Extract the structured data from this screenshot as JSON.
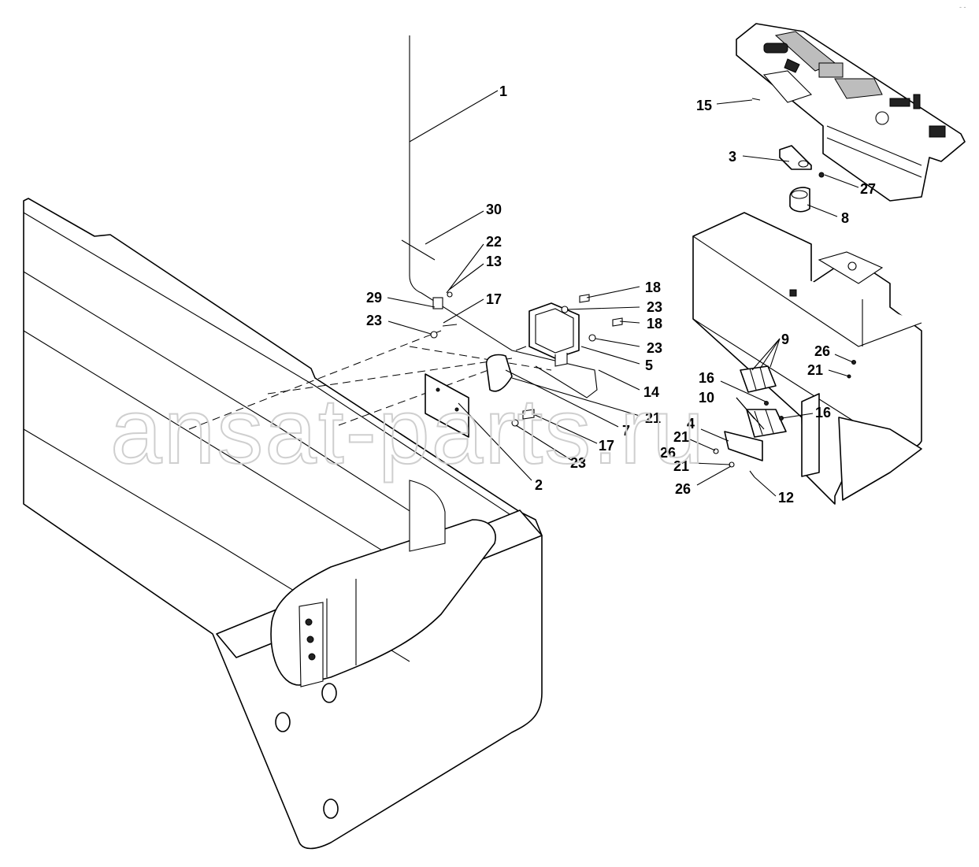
{
  "watermark": "ansat-parts.ru",
  "corner_mark": "- -",
  "callouts": [
    {
      "id": "c1",
      "label": "1"
    },
    {
      "id": "c30",
      "label": "30"
    },
    {
      "id": "c22",
      "label": "22"
    },
    {
      "id": "c13",
      "label": "13"
    },
    {
      "id": "c29",
      "label": "29"
    },
    {
      "id": "c17a",
      "label": "17"
    },
    {
      "id": "c23a",
      "label": "23"
    },
    {
      "id": "c18a",
      "label": "18"
    },
    {
      "id": "c23b",
      "label": "23"
    },
    {
      "id": "c18b",
      "label": "18"
    },
    {
      "id": "c23c",
      "label": "23"
    },
    {
      "id": "c5",
      "label": "5"
    },
    {
      "id": "c14",
      "label": "14"
    },
    {
      "id": "c21a",
      "label": "21"
    },
    {
      "id": "c7",
      "label": "7"
    },
    {
      "id": "c17b",
      "label": "17"
    },
    {
      "id": "c23d",
      "label": "23"
    },
    {
      "id": "c2",
      "label": "2"
    },
    {
      "id": "c15",
      "label": "15"
    },
    {
      "id": "c3",
      "label": "3"
    },
    {
      "id": "c27",
      "label": "27"
    },
    {
      "id": "c8",
      "label": "8"
    },
    {
      "id": "c9",
      "label": "9"
    },
    {
      "id": "c26a",
      "label": "26"
    },
    {
      "id": "c21b",
      "label": "21"
    },
    {
      "id": "c16a",
      "label": "16"
    },
    {
      "id": "c10",
      "label": "10"
    },
    {
      "id": "c16b",
      "label": "16"
    },
    {
      "id": "c4",
      "label": "4"
    },
    {
      "id": "c21c",
      "label": "21"
    },
    {
      "id": "c26b",
      "label": "26"
    },
    {
      "id": "c21d",
      "label": "21"
    },
    {
      "id": "c26c",
      "label": "26"
    },
    {
      "id": "c12",
      "label": "12"
    }
  ]
}
